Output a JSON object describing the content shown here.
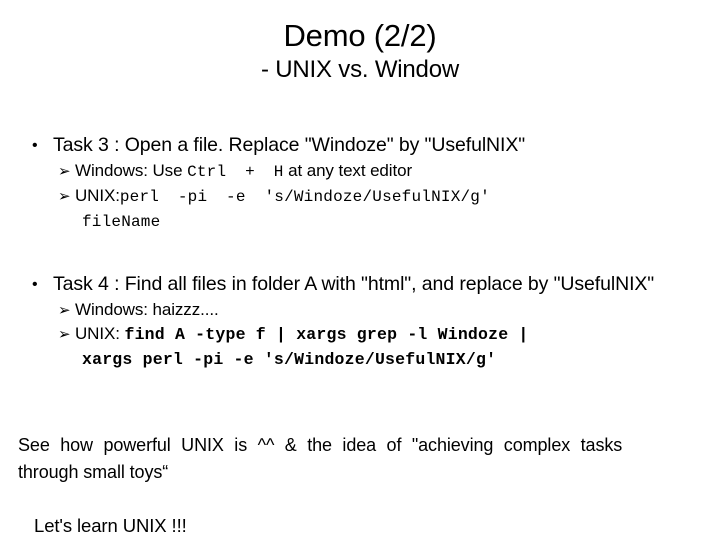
{
  "slide": {
    "title": "Demo (2/2)",
    "subtitle": "- UNIX vs. Window"
  },
  "tasks": [
    {
      "bullet_glyph": "•",
      "heading": "Task 3 : Open a file. Replace \"Windoze\" by \"UsefulNIX\"",
      "subitems": [
        {
          "arrow_glyph": "➢",
          "prefix": "Windows: Use ",
          "code": "Ctrl + H",
          "suffix": " at any text editor",
          "code_style": "mono-wide"
        },
        {
          "arrow_glyph": "➢",
          "prefix": "UNIX:",
          "code": "perl -pi -e 's/Windoze/UsefulNIX/g'",
          "suffix": "",
          "code_style": "mono-wide",
          "continuation": "fileName"
        }
      ]
    },
    {
      "bullet_glyph": "•",
      "heading": "Task 4 : Find all files in folder A with \"html\", and replace by \"UsefulNIX\"",
      "subitems": [
        {
          "arrow_glyph": "➢",
          "prefix": "Windows: haizzz....",
          "code": "",
          "suffix": "",
          "code_style": "none"
        },
        {
          "arrow_glyph": "➢",
          "prefix": "UNIX: ",
          "code": "find A -type f | xargs grep -l Windoze |",
          "suffix": "",
          "code_style": "mono-bold",
          "continuation": "xargs perl -pi -e 's/Windoze/UsefulNIX/g'"
        }
      ]
    }
  ],
  "footer": {
    "line1": "See how powerful UNIX is ^^ & the idea of \"achieving complex tasks",
    "line2": "through small toys“",
    "closing": "Let's learn UNIX !!!"
  },
  "colors": {
    "background": "#ffffff",
    "text": "#000000"
  }
}
